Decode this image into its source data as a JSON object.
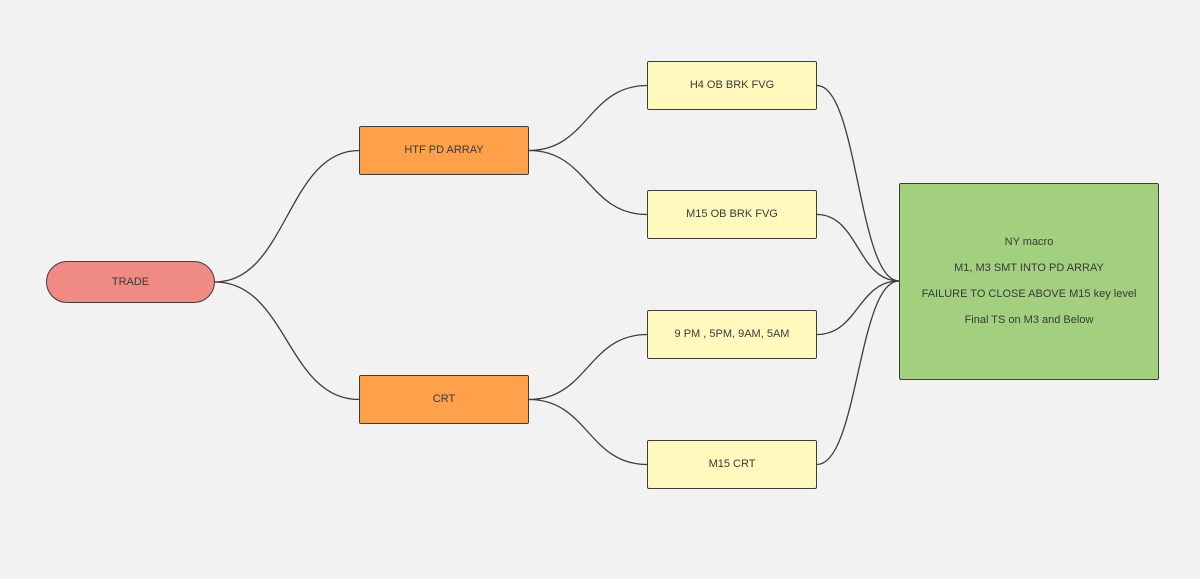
{
  "colors": {
    "background": "#f2f2f2",
    "trade": "#f08a84",
    "orange": "#ffa04a",
    "yellow": "#fff9bd",
    "green": "#a2d07e",
    "line": "#3d3d3d"
  },
  "nodes": {
    "trade": {
      "label": "TRADE"
    },
    "htf": {
      "label": "HTF PD ARRAY"
    },
    "crt": {
      "label": "CRT"
    },
    "h4": {
      "label": "H4 OB BRK FVG"
    },
    "m15fvg": {
      "label": "M15 OB BRK FVG"
    },
    "time": {
      "label": "9 PM , 5PM, 9AM, 5AM"
    },
    "m15crt": {
      "label": "M15 CRT"
    },
    "result": {
      "line1": "NY macro",
      "line2": "M1, M3 SMT INTO PD ARRAY",
      "line3": "FAILURE TO CLOSE ABOVE M15 key level",
      "line4": "Final TS on M3 and Below"
    }
  },
  "edges": [
    {
      "from": "trade",
      "to": "htf"
    },
    {
      "from": "trade",
      "to": "crt"
    },
    {
      "from": "htf",
      "to": "h4"
    },
    {
      "from": "htf",
      "to": "m15fvg"
    },
    {
      "from": "crt",
      "to": "time"
    },
    {
      "from": "crt",
      "to": "m15crt"
    },
    {
      "from": "h4",
      "to": "result"
    },
    {
      "from": "m15fvg",
      "to": "result"
    },
    {
      "from": "time",
      "to": "result"
    },
    {
      "from": "m15crt",
      "to": "result"
    }
  ]
}
